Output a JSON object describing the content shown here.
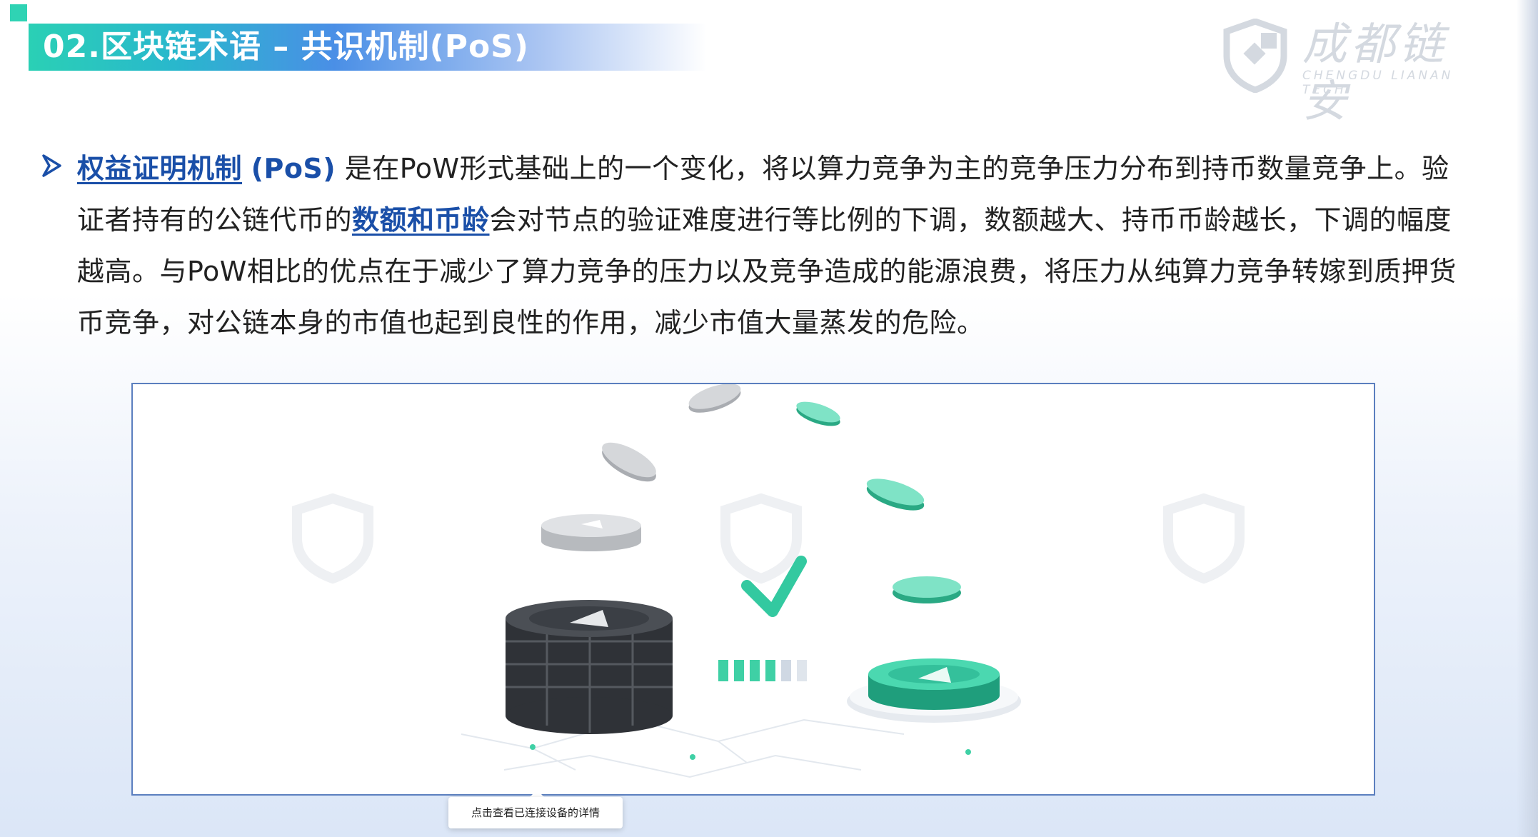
{
  "header": {
    "title": "02.区块链术语 – 共识机制(PoS)"
  },
  "logo": {
    "name_cn": "成都链安",
    "name_en": "CHENGDU LIANAN TECH"
  },
  "content": {
    "term": "权益证明机制",
    "term_abbr": "(PoS)",
    "text_1": " 是在PoW形式基础上的一个变化，将以算力竞争为主的竞争压力分布到持币数量竞争上。验证者持有的公链代币的",
    "highlight": "数额和币龄",
    "text_2": "会对节点的验证难度进行等比例的下调，数额越大、持币币龄越长，下调的幅度越高。与PoW相比的优点在于减少了算力竞争的压力以及竞争造成的能源浪费，将压力从纯算力竞争转嫁到质押货币竞争，对公链本身的市值也起到良性的作用，减少市值大量蒸发的危险。"
  },
  "tooltip": {
    "text": "点击查看已连接设备的详情"
  },
  "colors": {
    "accent_teal": "#2fd3b4",
    "accent_blue": "#1a4fa8",
    "coin_dark": "#3b3f45",
    "coin_green": "#3fd0a5",
    "frame_border": "#5b7fbf"
  }
}
